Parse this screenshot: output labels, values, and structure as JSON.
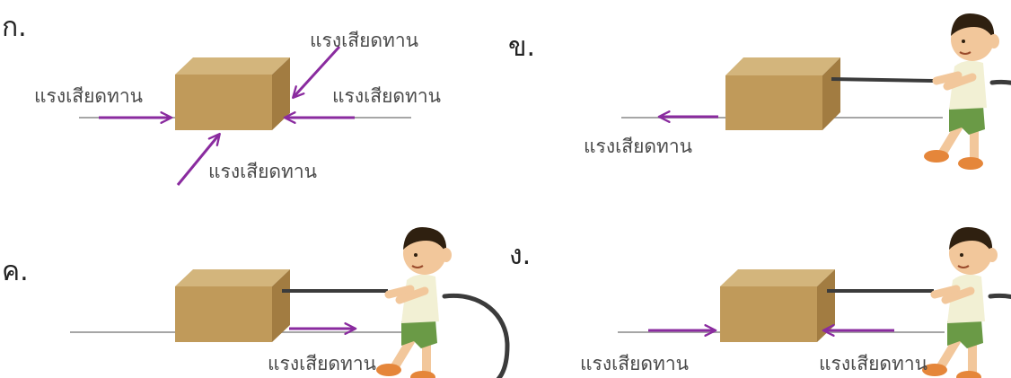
{
  "panels": [
    {
      "label": "ก.",
      "force_labels": [
        "แรงเสียดทาน",
        "แรงเสียดทาน",
        "แรงเสียดทาน",
        "แรงเสียดทาน"
      ]
    },
    {
      "label": "ข.",
      "force_labels": [
        "แรงเสียดทาน"
      ]
    },
    {
      "label": "ค.",
      "force_labels": [
        "แรงเสียดทาน"
      ]
    },
    {
      "label": "ง.",
      "force_labels": [
        "แรงเสียดทาน",
        "แรงเสียดทาน"
      ]
    }
  ],
  "colors": {
    "arrow": "#8a2b9f",
    "ground": "#a6a6a6",
    "box_front": "#c09a5a",
    "box_top": "#d3b57c",
    "box_side": "#a27c41",
    "rope": "#3b3b3b",
    "skin": "#f2c79b",
    "hair": "#2f2010",
    "shirt": "#f2f0d4",
    "shorts": "#6a9a46",
    "shoes": "#e5863a"
  }
}
